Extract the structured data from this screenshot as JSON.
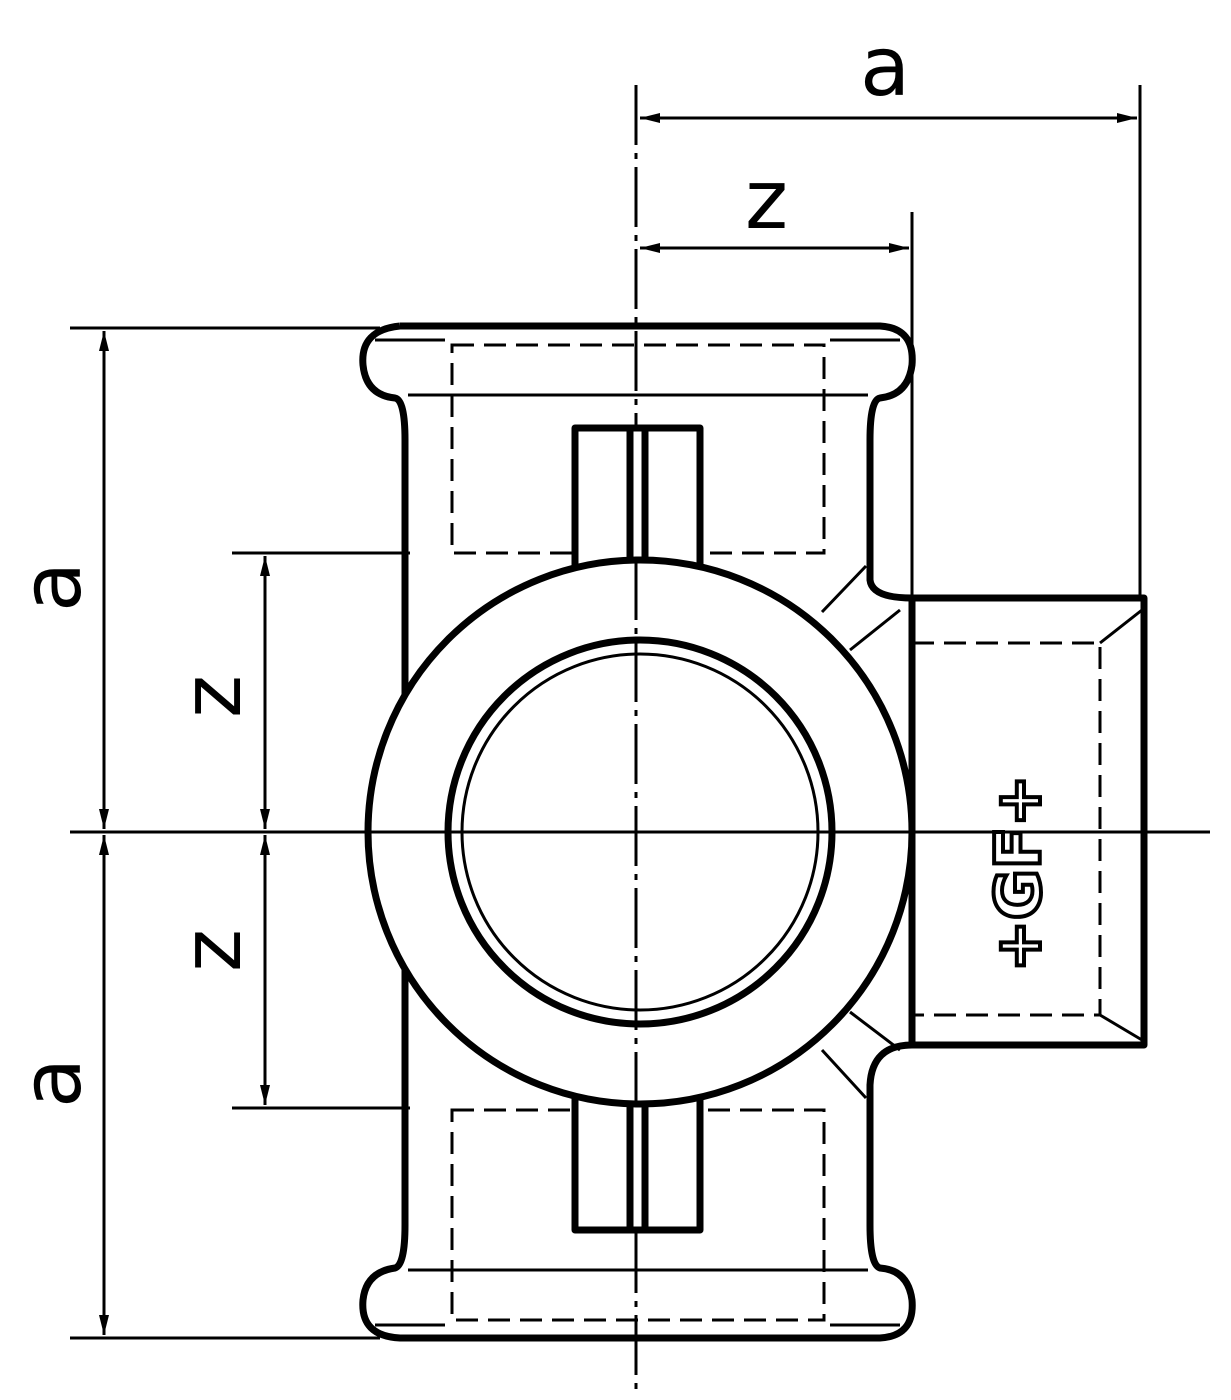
{
  "drawing": {
    "dimensions": {
      "top_a": "a",
      "top_z": "z",
      "left_upper_a": "a",
      "left_upper_z": "z",
      "left_lower_z": "z",
      "left_lower_a": "a"
    },
    "logo": "+GF+"
  }
}
